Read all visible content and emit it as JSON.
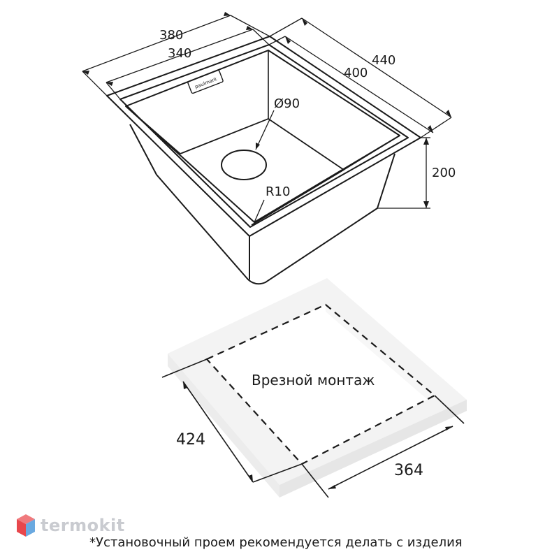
{
  "sink": {
    "brand_plate": "paulmark",
    "dimensions": {
      "outer_width": "380",
      "inner_width": "340",
      "outer_length": "440",
      "inner_length": "400",
      "height": "200",
      "drain": "Ø90",
      "radius": "R10"
    }
  },
  "cutout": {
    "mount_label": "Врезной монтаж",
    "length": "424",
    "width": "364"
  },
  "footnote": "*Установочный проем рекомендуется делать с изделия",
  "watermark": {
    "text": "termokit"
  },
  "colors": {
    "line": "#1a1a1a",
    "countertop": "#f2f2f2",
    "watermark": "#c9cbd0",
    "logo_red": "#e8474c",
    "logo_blue": "#6aa9e0"
  }
}
